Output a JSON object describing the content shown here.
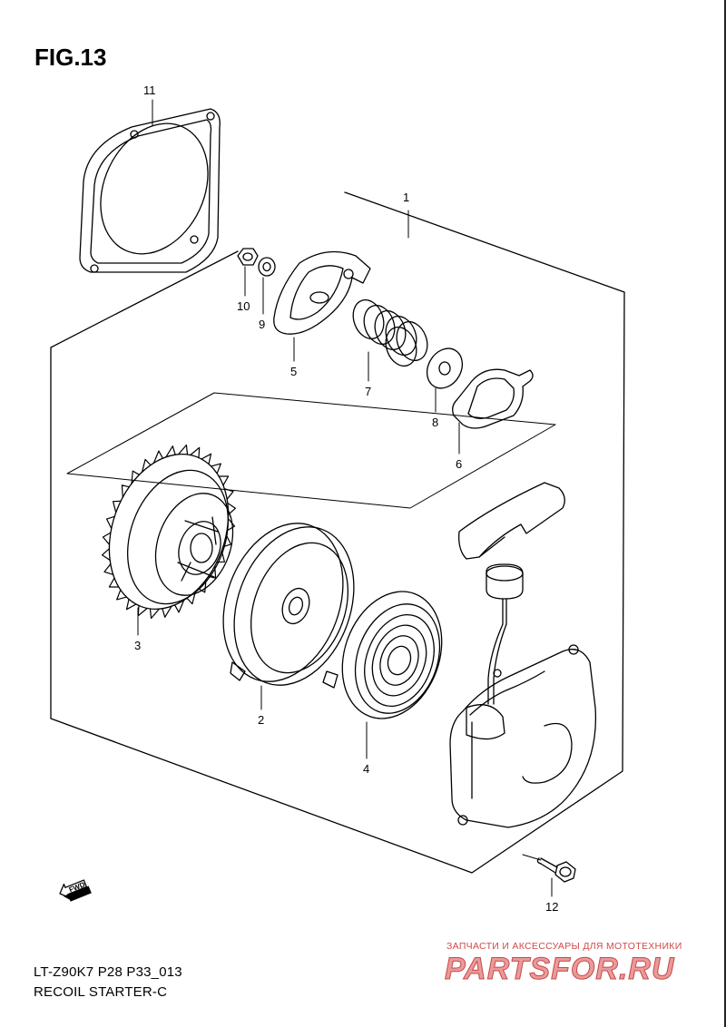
{
  "figure": {
    "title": "FIG.13"
  },
  "caption": {
    "model": "LT-Z90K7 P28 P33_013",
    "name": "RECOIL STARTER-C"
  },
  "callouts": [
    {
      "num": "1"
    },
    {
      "num": "2"
    },
    {
      "num": "3"
    },
    {
      "num": "4"
    },
    {
      "num": "5"
    },
    {
      "num": "6"
    },
    {
      "num": "7"
    },
    {
      "num": "8"
    },
    {
      "num": "9"
    },
    {
      "num": "10"
    },
    {
      "num": "11"
    },
    {
      "num": "12"
    }
  ],
  "fwd": {
    "label": "FWD"
  },
  "watermark": {
    "line": "ЗАПЧАСТИ И АКСЕССУАРЫ ДЛЯ МОТОТЕХНИКИ",
    "logo": "PARTSFOR.RU"
  }
}
